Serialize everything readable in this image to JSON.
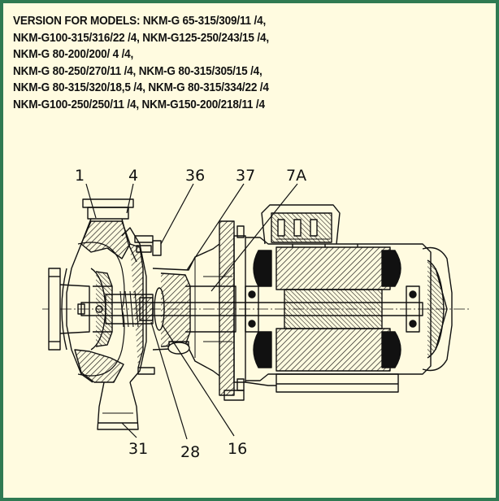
{
  "heading_lines": [
    "VERSION FOR MODELS: NKM-G 65-315/309/11   /4,",
    "NKM-G100-315/316/22   /4, NKM-G125-250/243/15   /4,",
    "NKM-G 80-200/200/ 4   /4,",
    "NKM-G 80-250/270/11   /4, NKM-G 80-315/305/15   /4,",
    "NKM-G 80-315/320/18,5 /4, NKM-G 80-315/334/22   /4",
    "NKM-G100-250/250/11   /4, NKM-G150-200/218/11   /4"
  ],
  "part_labels": {
    "l1": "1",
    "l4": "4",
    "l36": "36",
    "l37": "37",
    "l7a": "7A",
    "l31": "31",
    "l28": "28",
    "l16": "16"
  },
  "colors": {
    "border": "#2f7a52",
    "background": "#fffbe0",
    "ink": "#111111"
  }
}
